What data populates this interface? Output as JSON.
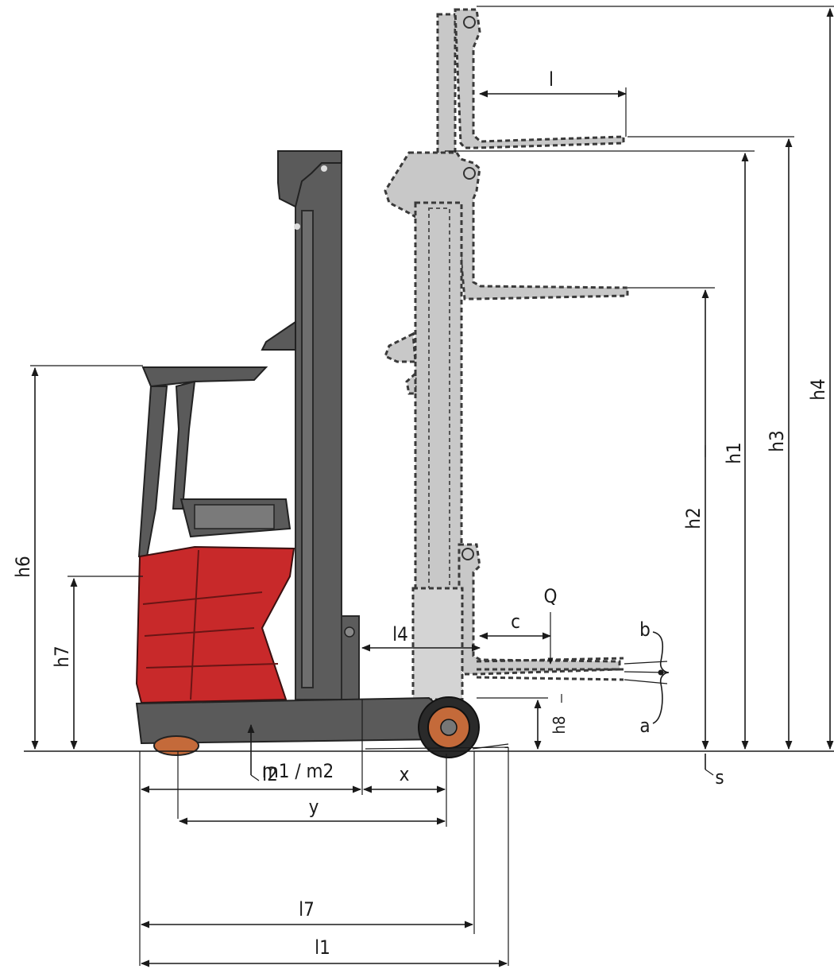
{
  "labels": {
    "h1": "h1",
    "h2": "h2",
    "h3": "h3",
    "h4": "h4",
    "h6": "h6",
    "h7": "h7",
    "h8": "h8",
    "l": "l",
    "l1": "l1",
    "l2": "l2",
    "l4": "l4",
    "l7": "l7",
    "x": "x",
    "y": "y",
    "c": "c",
    "Q": "Q",
    "a": "a",
    "b": "b",
    "s": "s",
    "m1_m2": "m1 / m2"
  },
  "colors": {
    "body": "#c8292a",
    "chassis": "#5a5a5a",
    "ghost_fill": "#c8c8c8",
    "dimension": "#1a1a1a"
  }
}
